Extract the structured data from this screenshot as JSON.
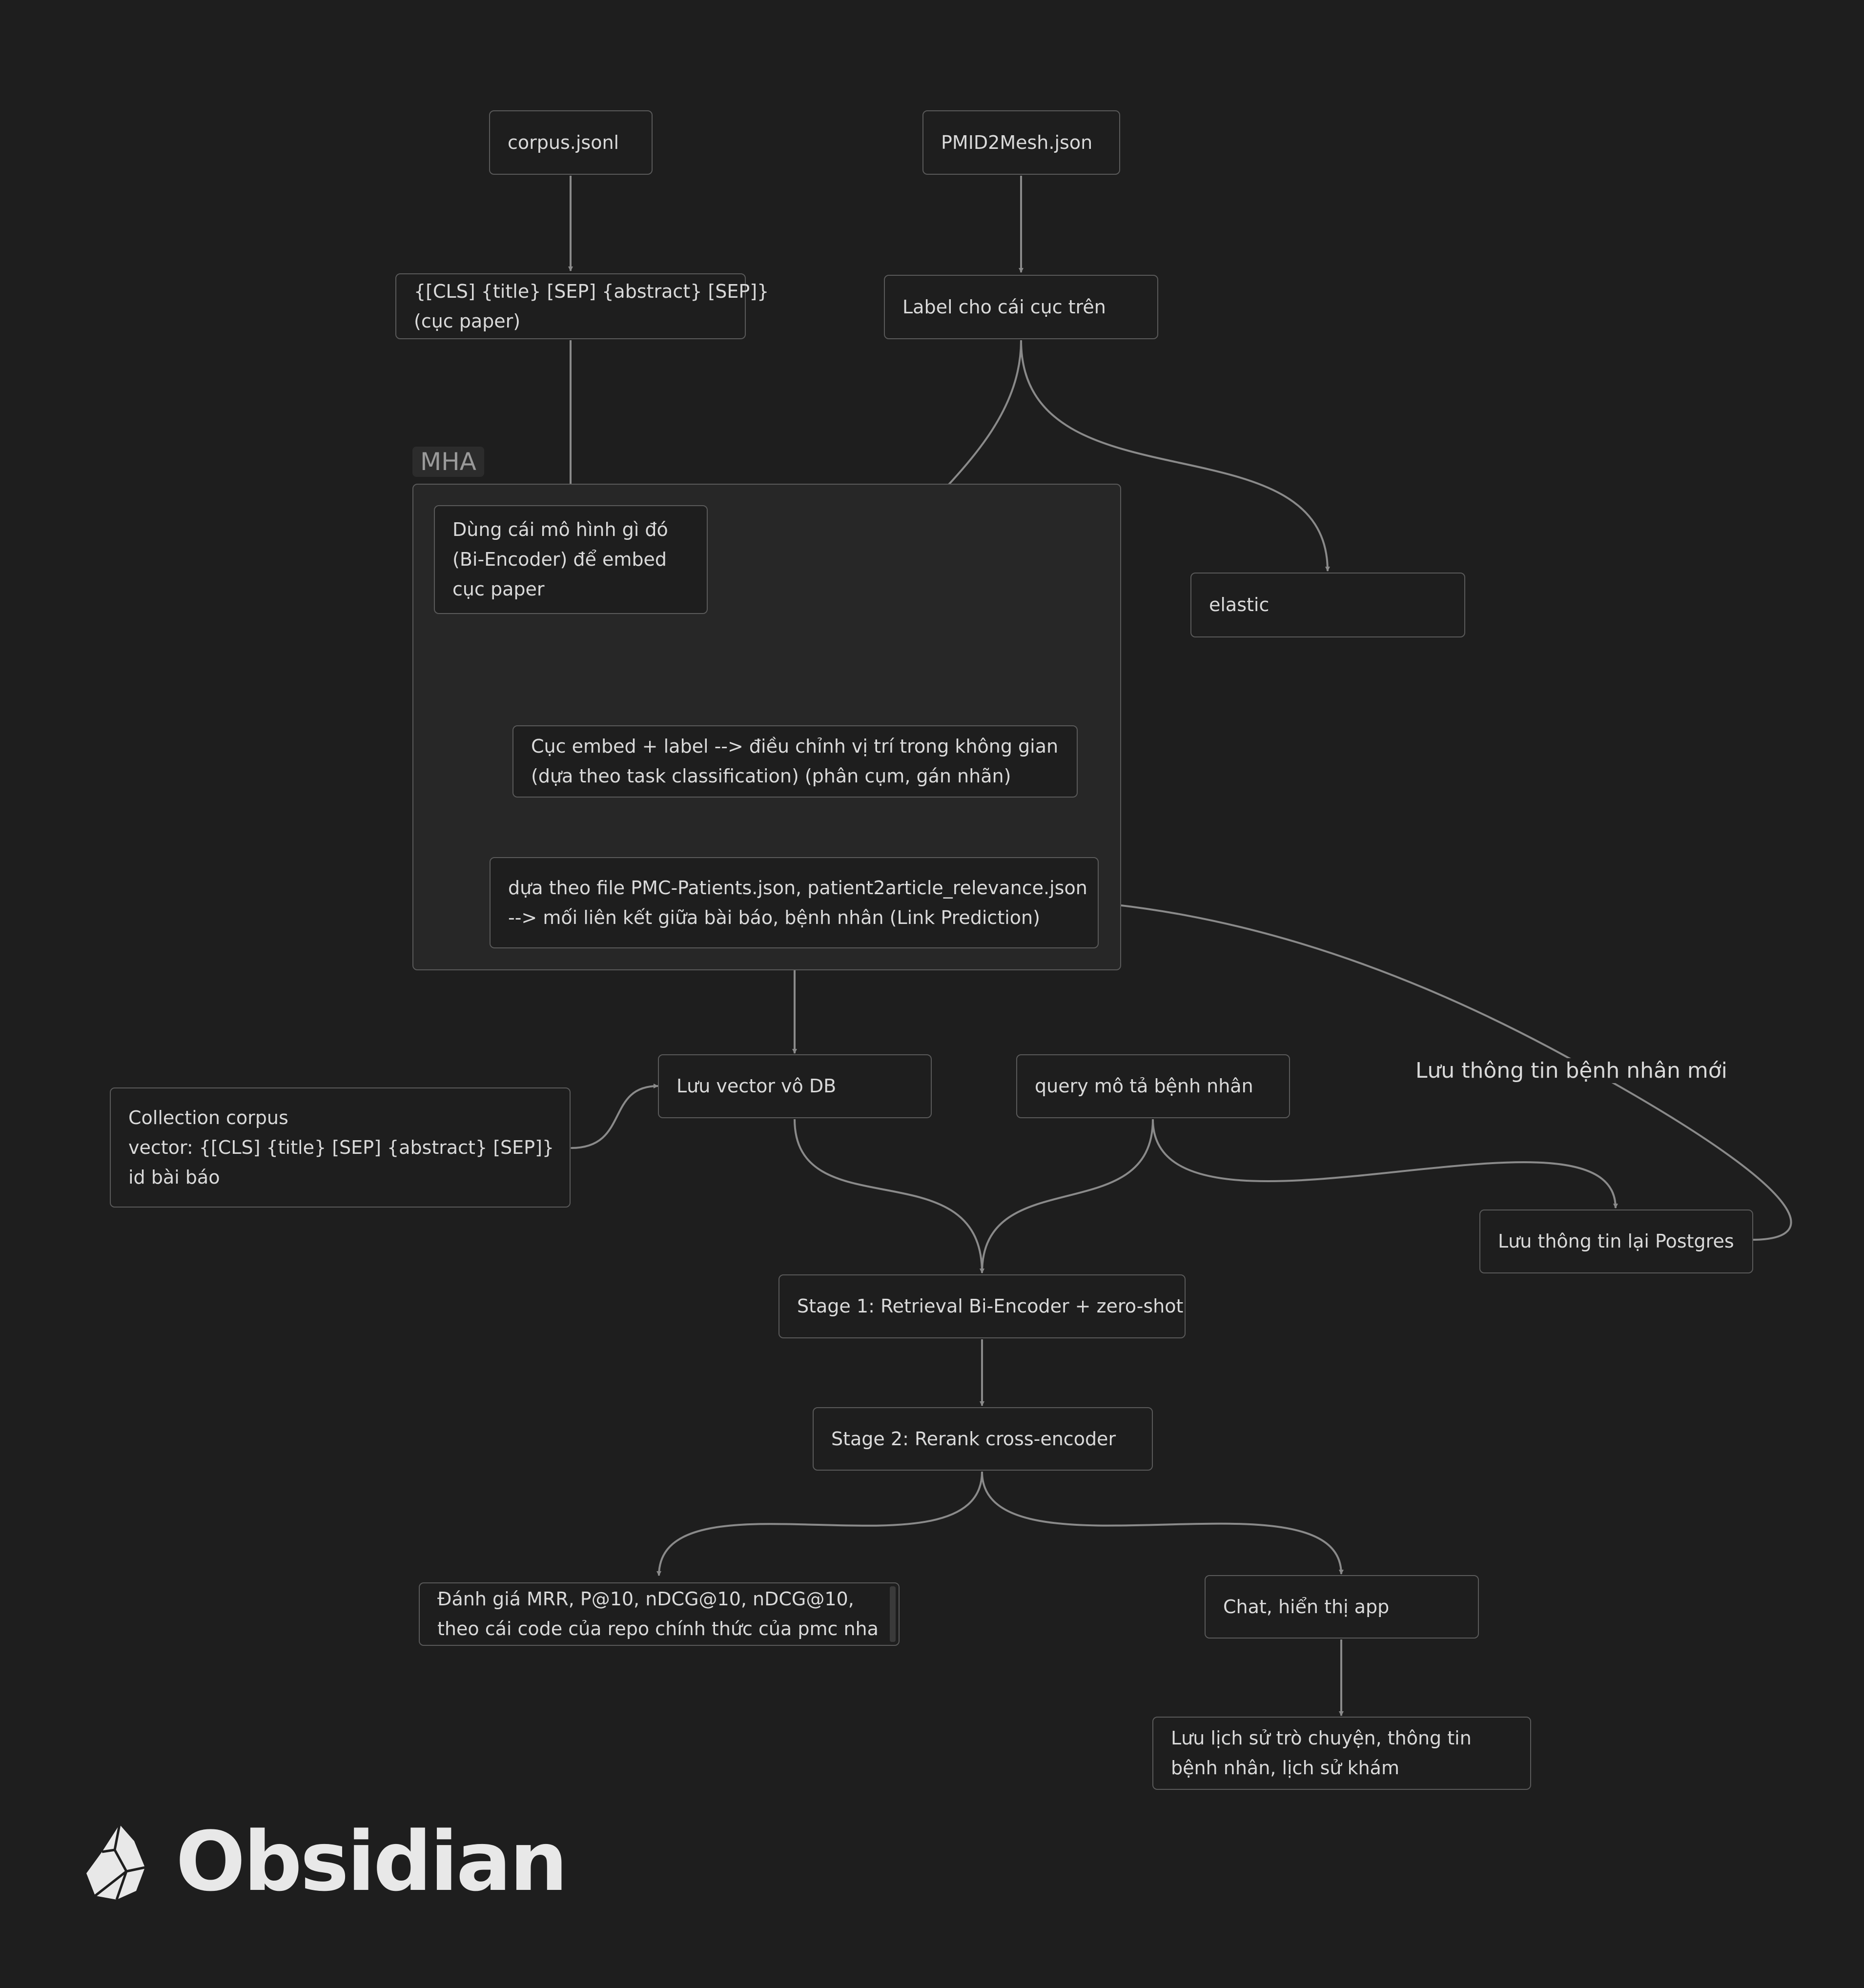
{
  "group": {
    "label": "MHA"
  },
  "nodes": {
    "corpus": [
      "corpus.jsonl"
    ],
    "pmid2mesh": [
      "PMID2Mesh.json"
    ],
    "cls_format": [
      "{[CLS] {title} [SEP] {abstract} [SEP]}",
      "(cục paper)"
    ],
    "label_above": [
      "Label cho cái cục trên"
    ],
    "bi_encoder": [
      "Dùng cái mô hình gì đó",
      "(Bi-Encoder) để embed",
      "cục paper"
    ],
    "elastic": [
      "elastic"
    ],
    "embed_label": [
      "Cục embed + label --> điều chỉnh vị trí trong không gian",
      "(dựa theo task classification) (phân cụm, gán nhãn)"
    ],
    "link_prediction": [
      "dựa theo file PMC-Patients.json, patient2article_relevance.json",
      "--> mối liên kết giữa bài báo, bệnh nhân (Link Prediction)"
    ],
    "collection": [
      "Collection corpus",
      "vector: {[CLS] {title} [SEP] {abstract} [SEP]}",
      "id bài báo"
    ],
    "vector_db": [
      "Lưu vector vô DB"
    ],
    "query": [
      "query mô tả bệnh nhân"
    ],
    "postgres": [
      "Lưu thông tin lại Postgres"
    ],
    "stage1": [
      "Stage 1: Retrieval Bi-Encoder + zero-shot"
    ],
    "stage2": [
      "Stage 2: Rerank cross-encoder"
    ],
    "evaluate": [
      "Đánh giá MRR, P@10, nDCG@10, nDCG@10,",
      "theo cái code của repo chính thức của pmc nha"
    ],
    "chat": [
      "Chat, hiển thị app"
    ],
    "history": [
      "Lưu lịch sử trò chuyện, thông tin",
      "bệnh nhân, lịch sử khám"
    ]
  },
  "edge_label": "Lưu thông tin bệnh nhân mới",
  "brand": {
    "name": "Obsidian",
    "icon": "obsidian-logo-icon"
  },
  "colors": {
    "background": "#1e1e1e",
    "edge": "#8a8a8a",
    "border": "#5a5a5a"
  }
}
